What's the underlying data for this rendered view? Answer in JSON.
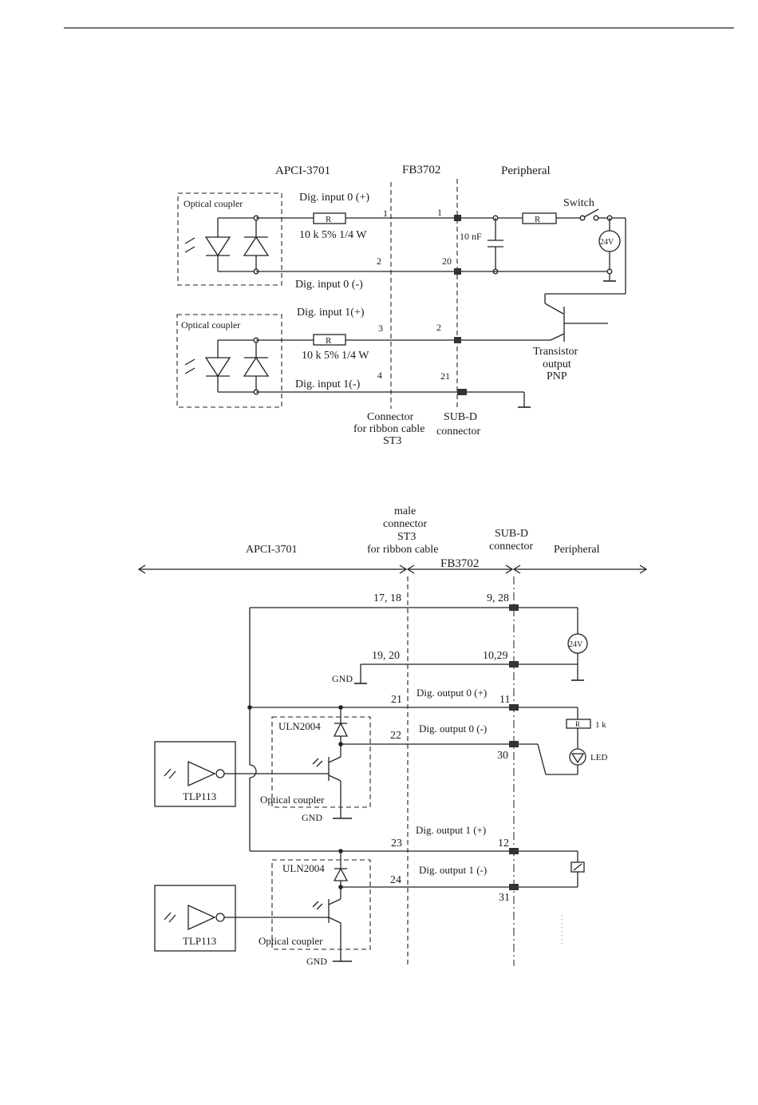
{
  "diagram_inputs": {
    "header_left": "APCI-3701",
    "header_center": "FB3702",
    "header_right": "Peripheral",
    "coupler_label": "Optical coupler",
    "resistor_label": "R",
    "resistor_spec": "10 k  5%  1/4 W",
    "input0_plus": "Dig. input 0 (+)",
    "input0_minus": "Dig. input 0 (-)",
    "input1_plus": "Dig. input 1(+)",
    "input1_minus": "Dig. input 1(-)",
    "st3_pins": [
      "1",
      "2",
      "3",
      "4"
    ],
    "subd_pins": [
      "1",
      "20",
      "2",
      "21"
    ],
    "capacitor": "10 nF",
    "switch": "Switch",
    "supply": "24V",
    "transistor": [
      "Transistor",
      "output",
      "PNP"
    ],
    "bottom_left": [
      "Connector",
      "for ribbon cable",
      "ST3"
    ],
    "bottom_right": [
      "SUB-D",
      "connector"
    ]
  },
  "diagram_outputs": {
    "header_left": "APCI-3701",
    "header_connector": [
      "male",
      "connector",
      "ST3",
      "for ribbon cable"
    ],
    "header_subd": [
      "SUB-D",
      "connector"
    ],
    "header_center": "FB3702",
    "header_right": "Peripheral",
    "st3_pins": [
      "17, 18",
      "19, 20",
      "21",
      "22",
      "23",
      "24"
    ],
    "subd_pins": [
      "9, 28",
      "10,29",
      "11",
      "30",
      "12",
      "31"
    ],
    "gnd": "GND",
    "output0_plus": "Dig. output 0 (+)",
    "output0_minus": "Dig. output 0 (-)",
    "output1_plus": "Dig. output 1 (+)",
    "output1_minus": "Dig. output 1 (-)",
    "driver": "ULN2004",
    "coupler_label": "Optical coupler",
    "tlp": "TLP113",
    "supply": "24V",
    "resistor_label": "R",
    "resistor_value": "1 k",
    "led": "LED"
  }
}
